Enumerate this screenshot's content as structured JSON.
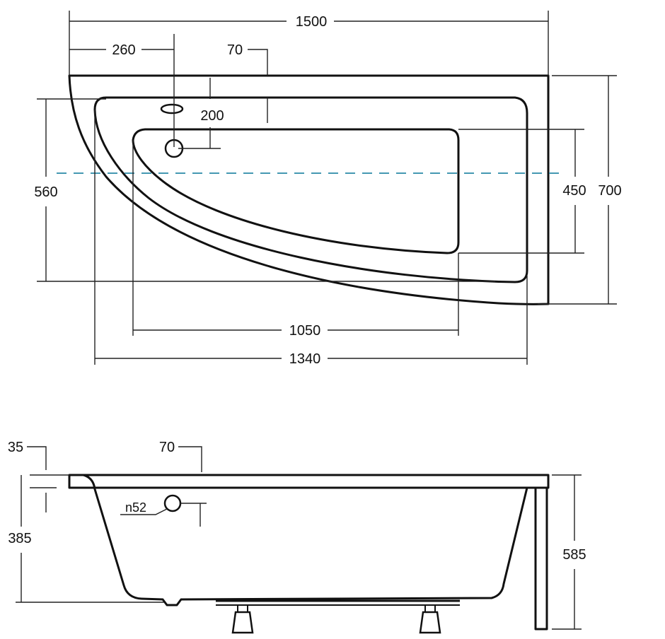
{
  "colors": {
    "line": "#111111",
    "centerline": "#2a8aa8"
  },
  "top_view": {
    "overall_length": "1500",
    "waste_offset": "260",
    "rim_width_top": "70",
    "waste_to_rim": "200",
    "outer_width": "700",
    "inner_rim_width": "560",
    "bottom_width": "450",
    "bottom_length": "1050",
    "inner_rim_length": "1340"
  },
  "side_view": {
    "rim_thickness": "35",
    "rim_width": "70",
    "overflow_label": "n52",
    "overflow_height": "385",
    "total_height": "585"
  }
}
